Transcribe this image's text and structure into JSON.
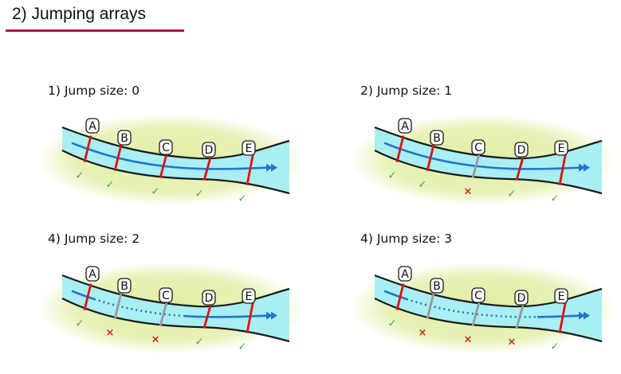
{
  "title": "2) Jumping arrays",
  "colors": {
    "accent_rule": "#b5173a",
    "river_fill": "#a9eef2",
    "river_edge": "#1b1b1b",
    "bank_glow": "#dfeea0",
    "flow_arrow": "#1f78c8",
    "visited_line": "#e01010",
    "skipped_line": "#9a9a9a",
    "check_mark": "#3cae3c",
    "cross_mark": "#d82020"
  },
  "panels": [
    {
      "label": "1) Jump size: 0",
      "jump": 0,
      "sections": [
        {
          "name": "A",
          "visited": true,
          "mark": "✓"
        },
        {
          "name": "B",
          "visited": true,
          "mark": "✓"
        },
        {
          "name": "C",
          "visited": true,
          "mark": "✓"
        },
        {
          "name": "D",
          "visited": true,
          "mark": "✓"
        },
        {
          "name": "E",
          "visited": true,
          "mark": "✓"
        }
      ]
    },
    {
      "label": "2) Jump size: 1",
      "jump": 1,
      "sections": [
        {
          "name": "A",
          "visited": true,
          "mark": "✓"
        },
        {
          "name": "B",
          "visited": true,
          "mark": "✓"
        },
        {
          "name": "C",
          "visited": false,
          "mark": "×"
        },
        {
          "name": "D",
          "visited": true,
          "mark": "✓"
        },
        {
          "name": "E",
          "visited": true,
          "mark": "✓"
        }
      ]
    },
    {
      "label": "4) Jump size: 2",
      "jump": 2,
      "sections": [
        {
          "name": "A",
          "visited": true,
          "mark": "✓"
        },
        {
          "name": "B",
          "visited": false,
          "mark": "×"
        },
        {
          "name": "C",
          "visited": false,
          "mark": "×"
        },
        {
          "name": "D",
          "visited": true,
          "mark": "✓"
        },
        {
          "name": "E",
          "visited": true,
          "mark": "✓"
        }
      ]
    },
    {
      "label": "4) Jump size: 3",
      "jump": 3,
      "sections": [
        {
          "name": "A",
          "visited": true,
          "mark": "✓"
        },
        {
          "name": "B",
          "visited": false,
          "mark": "×"
        },
        {
          "name": "C",
          "visited": false,
          "mark": "×"
        },
        {
          "name": "D",
          "visited": false,
          "mark": "×"
        },
        {
          "name": "E",
          "visited": true,
          "mark": "✓"
        }
      ]
    }
  ]
}
